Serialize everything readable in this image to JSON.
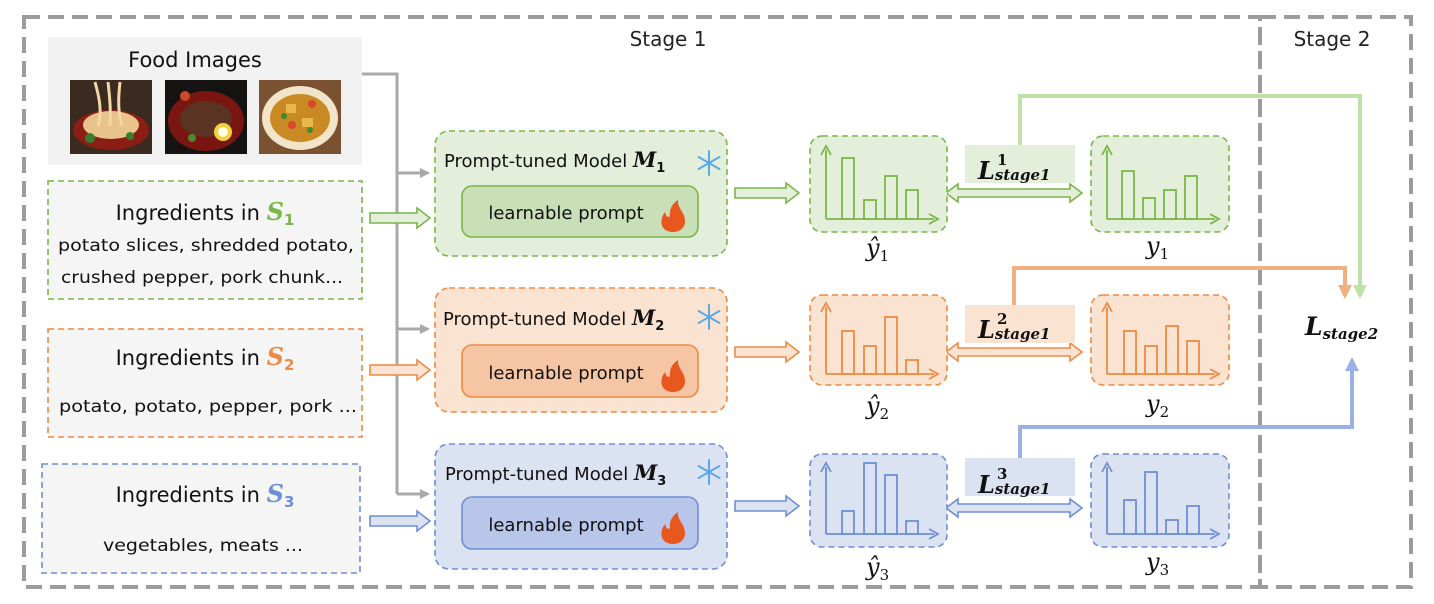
{
  "stages": {
    "stage1": "Stage 1",
    "stage2": "Stage 2"
  },
  "food_images": {
    "title": "Food Images"
  },
  "colors": {
    "green": "#7ab648",
    "green_fill": "#e3eedb",
    "green_inner": "#c9dfb8",
    "orange": "#ed8a44",
    "orange_fill": "#fbe3d2",
    "orange_inner": "#f6c6a4",
    "blue": "#6e8fd6",
    "blue_fill": "#dbe2f1",
    "blue_inner": "#b8c6ea",
    "gray_arrow": "#a9a9a9",
    "dash_border": "#9c9c9c",
    "loss_green_bg": "#e3eedb",
    "loss_orange_bg": "#fbe3d2",
    "loss_blue_bg": "#dbe2f1",
    "stage2_green_line": "#bfe0a6",
    "stage2_orange_line": "#f2b07f",
    "stage2_blue_line": "#9bb1e5"
  },
  "ingredients": [
    {
      "prefix": "Ingredients in ",
      "set": "S",
      "sub": "1",
      "lines": [
        "potato slices, shredded potato,",
        "crushed pepper, pork chunk..."
      ]
    },
    {
      "prefix": "Ingredients in ",
      "set": "S",
      "sub": "2",
      "lines": [
        "potato,  potato, pepper, pork ..."
      ]
    },
    {
      "prefix": "Ingredients in ",
      "set": "S",
      "sub": "3",
      "lines": [
        "vegetables, meats ..."
      ]
    }
  ],
  "models": [
    {
      "label": "Prompt-tuned Model ",
      "m": "M",
      "sub": "1",
      "prompt": "learnable prompt",
      "freeze_icon": "snowflake-icon",
      "tune_icon": "fire-icon"
    },
    {
      "label": "Prompt-tuned Model ",
      "m": "M",
      "sub": "2",
      "prompt": "learnable prompt",
      "freeze_icon": "snowflake-icon",
      "tune_icon": "fire-icon"
    },
    {
      "label": "Prompt-tuned Model ",
      "m": "M",
      "sub": "3",
      "prompt": "learnable prompt",
      "freeze_icon": "snowflake-icon",
      "tune_icon": "fire-icon"
    }
  ],
  "outputs": [
    {
      "pred": "ŷ",
      "pred_sub": "1",
      "target": "y",
      "target_sub": "1"
    },
    {
      "pred": "ŷ",
      "pred_sub": "2",
      "target": "y",
      "target_sub": "2"
    },
    {
      "pred": "ŷ",
      "pred_sub": "3",
      "target": "y",
      "target_sub": "3"
    }
  ],
  "losses": [
    {
      "L": "L",
      "sub": "stage1",
      "sup": "1"
    },
    {
      "L": "L",
      "sub": "stage1",
      "sup": "2"
    },
    {
      "L": "L",
      "sub": "stage1",
      "sup": "3"
    }
  ],
  "stage2_loss": {
    "L": "L",
    "sub": "stage2"
  }
}
